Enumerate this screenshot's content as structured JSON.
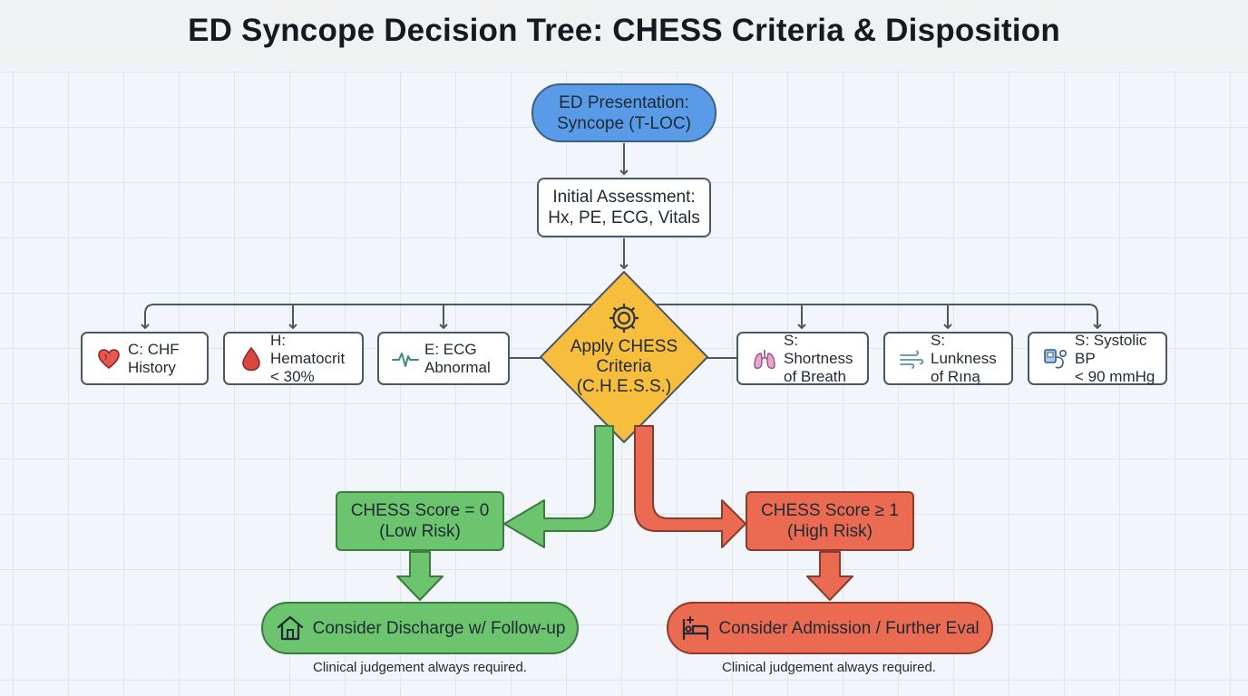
{
  "title": "ED Syncope Decision Tree: CHESS Criteria & Disposition",
  "start": {
    "line1": "ED Presentation:",
    "line2": "Syncope (T-LOC)"
  },
  "assessment": {
    "line1": "Initial Assessment:",
    "line2": "Hx, PE, ECG, Vitals"
  },
  "decision": {
    "line1": "Apply CHESS",
    "line2": "Criteria",
    "line3": "(C.H.E.S.S.)",
    "icon": "gear-icon"
  },
  "criteria": [
    {
      "line1": "C: CHF",
      "line2": "History",
      "icon": "heart-icon"
    },
    {
      "line1": "H: Hematocrit",
      "line2": "< 30%",
      "icon": "blood-drop-icon"
    },
    {
      "line1": "E: ECG",
      "line2": "Abnormal",
      "icon": "ecg-icon"
    },
    {
      "line1": "S: Shortness",
      "line2": "of Breath",
      "icon": "lungs-icon"
    },
    {
      "line1": "S: Lunkness",
      "line2": "of Rıną",
      "icon": "wind-icon"
    },
    {
      "line1": "S: Systolic BP",
      "line2": "< 90 mmHg",
      "icon": "blood-pressure-icon"
    }
  ],
  "low_risk": {
    "line1": "CHESS Score = 0",
    "line2": "(Low Risk)"
  },
  "high_risk": {
    "line1": "CHESS Score ≥ 1",
    "line2": "(High Risk)"
  },
  "discharge": {
    "label": "Consider Discharge w/ Follow-up",
    "icon": "house-icon"
  },
  "admission": {
    "label": "Consider Admission / Further Eval",
    "icon": "hospital-bed-icon"
  },
  "notes": [
    "Clinical judgement always required.",
    "Clinical judgement always required."
  ],
  "colors": {
    "start_blue": "#5a9be8",
    "decision_yellow": "#f7bd3d",
    "low_green": "#6cc46f",
    "high_red": "#ea6b52",
    "border_slate": "#4a5866"
  }
}
